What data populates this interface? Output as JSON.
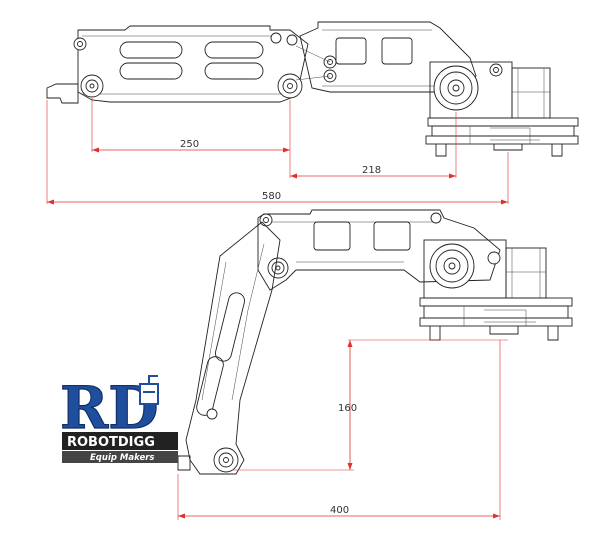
{
  "dimensions": {
    "top": {
      "d1": "250",
      "d2": "218",
      "d3": "580"
    },
    "bottom": {
      "d1": "160",
      "d2": "400"
    }
  },
  "logo": {
    "letters": "RD",
    "brand": "ROBOTDIGG",
    "tagline": "Equip Makers",
    "colors": {
      "blue": "#1f4e9c",
      "dark": "#222222"
    }
  },
  "colors": {
    "dimension": "#e03030",
    "line": "#222222"
  }
}
